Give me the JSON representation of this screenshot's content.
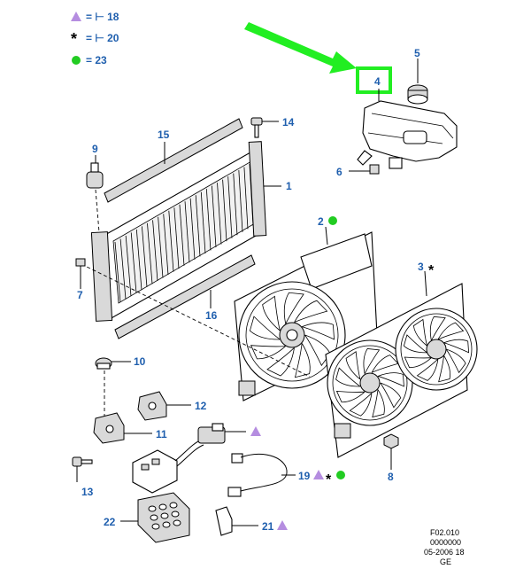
{
  "colors": {
    "label_blue": "#1f5fae",
    "triangle_purple": "#b58de0",
    "dot_green": "#22cc22",
    "arrow_green": "#22ee22",
    "highlight_box": "#22ee22"
  },
  "legend": [
    {
      "symbol": "triangle-icon",
      "text": "= ⊢ 18"
    },
    {
      "symbol": "asterisk-icon",
      "text": "= ⊢ 20"
    },
    {
      "symbol": "dot-icon",
      "text": "= 23"
    }
  ],
  "callouts": {
    "c1": "1",
    "c2": "2",
    "c3": "3",
    "c4": "4",
    "c5": "5",
    "c6": "6",
    "c7": "7",
    "c8": "8",
    "c9": "9",
    "c10": "10",
    "c11": "11",
    "c12": "12",
    "c13": "13",
    "c14": "14",
    "c15": "15",
    "c16": "16",
    "c19": "19",
    "c21": "21",
    "c22": "22"
  },
  "footer": {
    "line1": "F02.010",
    "line2": "0000000",
    "line3": "05-2006 18",
    "line4": "GE"
  }
}
